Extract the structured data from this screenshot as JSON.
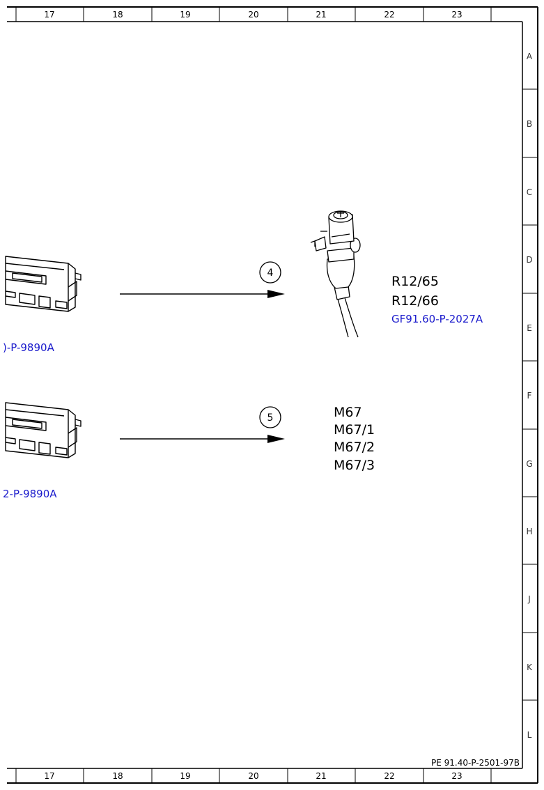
{
  "frame": {
    "columns": [
      "17",
      "18",
      "19",
      "20",
      "21",
      "22",
      "23"
    ],
    "rows": [
      "A",
      "B",
      "C",
      "D",
      "E",
      "F",
      "G",
      "H",
      "J",
      "K",
      "L"
    ],
    "doc_id": "PE 91.40-P-2501-97B"
  },
  "diagram": {
    "row1": {
      "callout": "4",
      "left_ref": ")-P-9890A",
      "component_codes": [
        "R12/65",
        "R12/66"
      ],
      "component_ref": "GF91.60-P-2027A"
    },
    "row2": {
      "callout": "5",
      "left_ref": "2-P-9890A",
      "component_codes": [
        "M67",
        "M67/1",
        "M67/2",
        "M67/3"
      ]
    }
  },
  "colors": {
    "line": "#000000",
    "ref_link": "#1a1acc"
  }
}
